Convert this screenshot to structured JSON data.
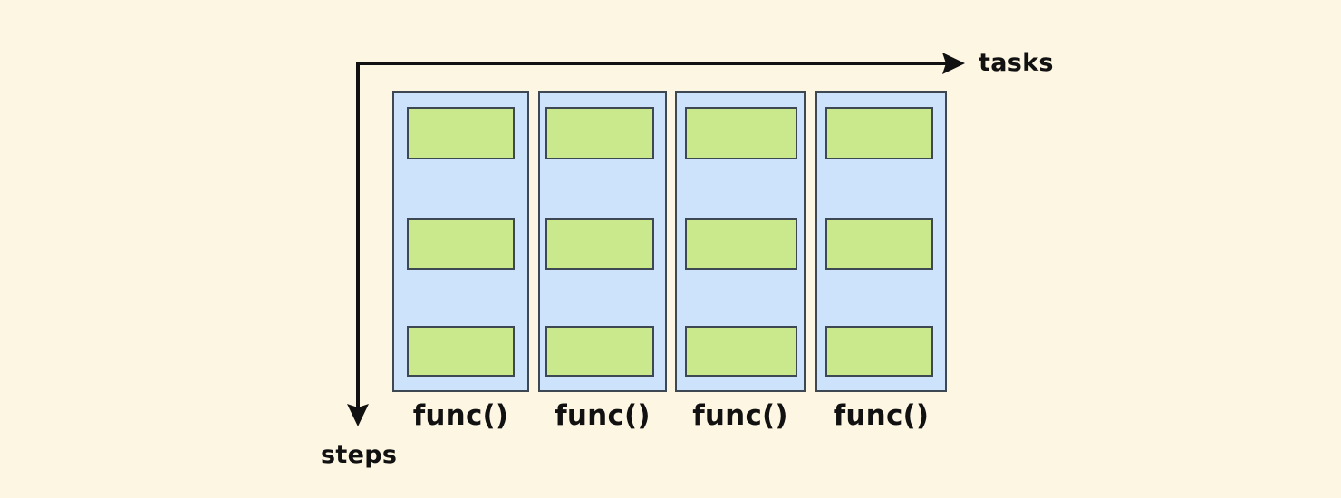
{
  "diagram": {
    "title": "tasks-steps-parallel-grid",
    "background_color": "#fdf6e3",
    "axes": {
      "horizontal": {
        "label": "tasks",
        "direction": "right",
        "from": [
          395,
          70
        ],
        "to": [
          1065,
          70
        ],
        "color": "#111111"
      },
      "vertical": {
        "label": "steps",
        "direction": "down",
        "from": [
          395,
          70
        ],
        "to": [
          395,
          470
        ],
        "color": "#111111"
      }
    },
    "colors": {
      "column_fill": "#cce3fb",
      "column_stroke": "#3d4852",
      "step_fill": "#cae88c",
      "step_stroke": "#3d4852",
      "text": "#111111"
    },
    "columns": [
      {
        "caption": "func()",
        "steps": [
          {
            "label": ""
          },
          {
            "label": ""
          },
          {
            "label": ""
          }
        ]
      },
      {
        "caption": "func()",
        "steps": [
          {
            "label": ""
          },
          {
            "label": ""
          },
          {
            "label": ""
          }
        ]
      },
      {
        "caption": "func()",
        "steps": [
          {
            "label": ""
          },
          {
            "label": ""
          },
          {
            "label": ""
          }
        ]
      },
      {
        "caption": "func()",
        "steps": [
          {
            "label": ""
          },
          {
            "label": ""
          },
          {
            "label": ""
          }
        ]
      }
    ]
  }
}
